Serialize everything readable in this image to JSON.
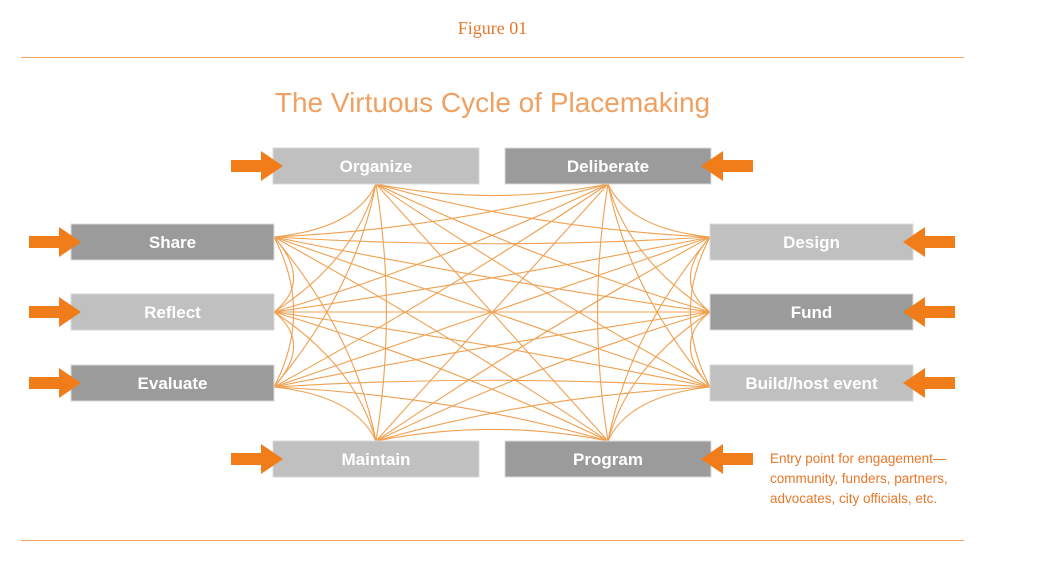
{
  "figure_label": "Figure 01",
  "title": "The Virtuous Cycle of Placemaking",
  "nodes": [
    {
      "id": "organize",
      "label": "Organize",
      "shade": "light"
    },
    {
      "id": "deliberate",
      "label": "Deliberate",
      "shade": "dark"
    },
    {
      "id": "share",
      "label": "Share",
      "shade": "dark"
    },
    {
      "id": "design",
      "label": "Design",
      "shade": "light"
    },
    {
      "id": "reflect",
      "label": "Reflect",
      "shade": "light"
    },
    {
      "id": "fund",
      "label": "Fund",
      "shade": "dark"
    },
    {
      "id": "evaluate",
      "label": "Evaluate",
      "shade": "dark"
    },
    {
      "id": "build",
      "label": "Build/host event",
      "shade": "light"
    },
    {
      "id": "maintain",
      "label": "Maintain",
      "shade": "light"
    },
    {
      "id": "program",
      "label": "Program",
      "shade": "dark"
    }
  ],
  "legend_note": "Entry point for engagement—community, funders, partners, advocates, city officials, etc.",
  "colors": {
    "accent": "#f07d1a",
    "line": "#f0a050",
    "node_dark": "#9b9b9b",
    "node_light": "#c0c0c0"
  }
}
